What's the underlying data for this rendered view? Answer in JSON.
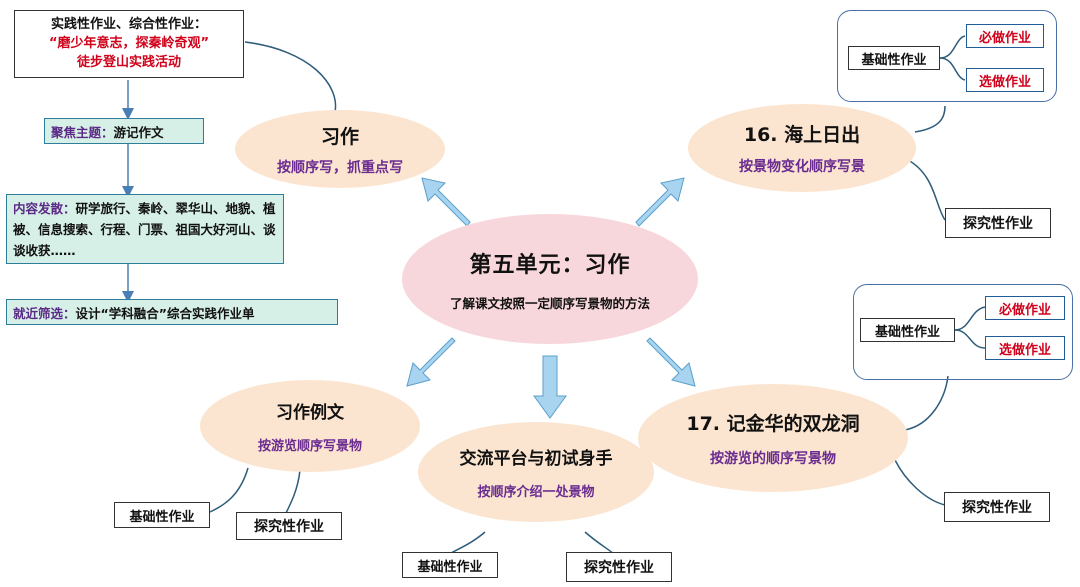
{
  "center": {
    "title": "第五单元：习作",
    "subtitle": "了解课文按照一定顺序写景物的方法"
  },
  "top_left_box": {
    "line1": "实践性作业、综合性作业：",
    "line2": "“磨少年意志，探秦岭奇观”",
    "line3": "徒步登山实践活动"
  },
  "focus": {
    "label": "聚焦主题：",
    "text": "游记作文"
  },
  "content": {
    "label": "内容发散：",
    "text": "研学旅行、秦岭、翠华山、地貌、植被、信息搜索、行程、门票、祖国大好河山、谈谈收获……"
  },
  "filter": {
    "label": "就近筛选：",
    "text": "设计“学科融合”综合实践作业单"
  },
  "xizuo": {
    "title": "习作",
    "subtitle": "按顺序写，抓重点写"
  },
  "haishang": {
    "title": "16. 海上日出",
    "subtitle": "按景物变化顺序写景"
  },
  "liwen": {
    "title": "习作例文",
    "subtitle": "按游览顺序写景物"
  },
  "jiaoliu": {
    "title": "交流平台与初试身手",
    "subtitle": "按顺序介绍一处景物"
  },
  "shuanglong": {
    "title": "17. 记金华的双龙洞",
    "subtitle": "按游览的顺序写景物"
  },
  "labels": {
    "jichu": "基础性作业",
    "bizuo": "必做作业",
    "xuanzuo": "选做作业",
    "tanjiu": "探究性作业"
  },
  "colors": {
    "arrow": "#8ec5e6",
    "ellipse": "#fbe5d0",
    "center": "#f8d7dc",
    "green_box": "#d6efe7"
  }
}
